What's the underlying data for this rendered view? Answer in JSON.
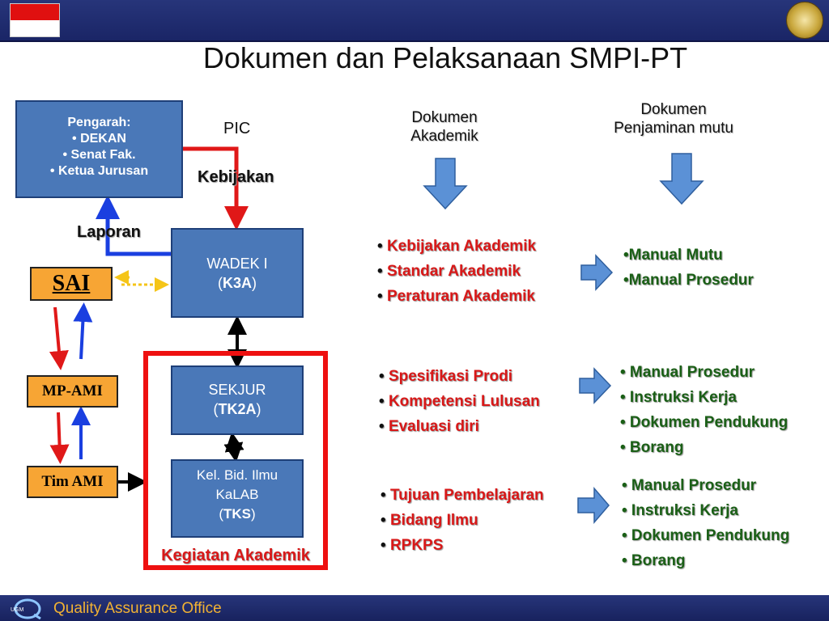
{
  "title": "Dokumen dan Pelaksanaan SMPI-PT",
  "pengarah": {
    "heading": "Pengarah:",
    "items": [
      "• DEKAN",
      "• Senat Fak.",
      "• Ketua Jurusan"
    ]
  },
  "wadek": {
    "line1": "WADEK I",
    "line2": "K3A"
  },
  "sekjur": {
    "line1": "SEKJUR",
    "line2": "TK2A"
  },
  "kel": {
    "line1": "Kel. Bid. Ilmu",
    "line2": "KaLAB",
    "line3": "TKS"
  },
  "labels": {
    "pic": "PIC",
    "kebijakan": "Kebijakan",
    "laporan": "Laporan",
    "kegiatan": "Kegiatan Akademik"
  },
  "side_boxes": {
    "sai": "SAI",
    "mpami": "MP-AMI",
    "timami": "Tim AMI"
  },
  "columns": {
    "akademik": [
      "Dokumen",
      "Akademik"
    ],
    "mutu": [
      "Dokumen",
      "Penjaminan mutu"
    ]
  },
  "rows": [
    {
      "akademik": [
        "Kebijakan Akademik",
        "Standar Akademik",
        "Peraturan Akademik"
      ],
      "mutu": [
        "•Manual Mutu",
        "•Manual Prosedur"
      ]
    },
    {
      "akademik": [
        "Spesifikasi Prodi",
        "Kompetensi Lulusan",
        "Evaluasi diri"
      ],
      "mutu": [
        "• Manual Prosedur",
        "• Instruksi Kerja",
        "• Dokumen Pendukung",
        "• Borang"
      ]
    },
    {
      "akademik": [
        "Tujuan Pembelajaran",
        "Bidang Ilmu",
        "RPKPS"
      ],
      "mutu": [
        "• Manual Prosedur",
        "• Instruksi Kerja",
        "• Dokumen Pendukung",
        "• Borang"
      ]
    }
  ],
  "footer": {
    "logo": "UGM",
    "text": "Quality Assurance Office"
  },
  "colors": {
    "box_blue": "#4a78b8",
    "orange": "#f7a534",
    "red": "#d81818",
    "green": "#1a5f16",
    "header_navy": "#1f2b70"
  }
}
